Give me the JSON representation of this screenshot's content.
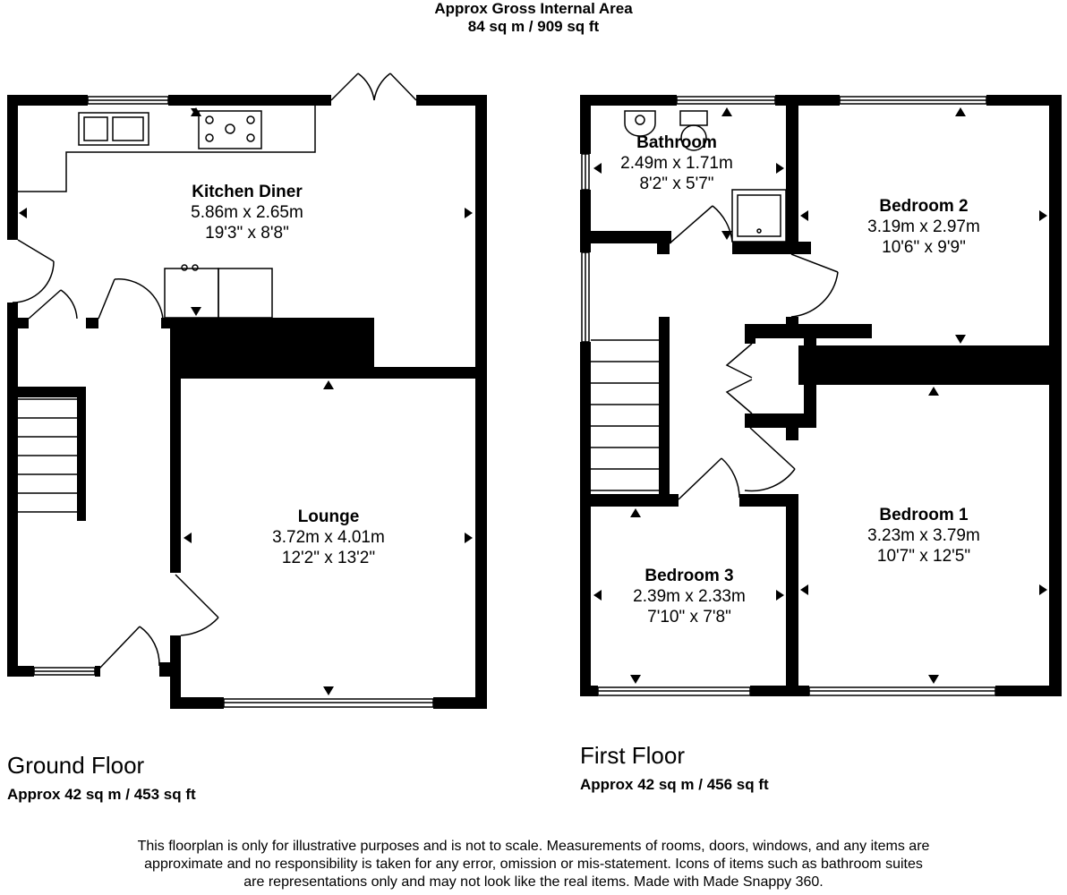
{
  "header": {
    "line1": "Approx Gross Internal Area",
    "line2": "84 sq m / 909 sq ft"
  },
  "ground_floor": {
    "name": "Ground Floor",
    "area": "Approx 42 sq m / 453 sq ft",
    "rooms": [
      {
        "name": "Kitchen Diner",
        "metric": "5.86m x 2.65m",
        "imperial": "19'3\" x 8'8\""
      },
      {
        "name": "Lounge",
        "metric": "3.72m x 4.01m",
        "imperial": "12'2\" x 13'2\""
      }
    ]
  },
  "first_floor": {
    "name": "First Floor",
    "area": "Approx 42 sq m / 456 sq ft",
    "rooms": [
      {
        "name": "Bathroom",
        "metric": "2.49m x 1.71m",
        "imperial": "8'2\" x 5'7\""
      },
      {
        "name": "Bedroom 2",
        "metric": "3.19m x 2.97m",
        "imperial": "10'6\" x 9'9\""
      },
      {
        "name": "Bedroom 3",
        "metric": "2.39m x 2.33m",
        "imperial": "7'10\" x 7'8\""
      },
      {
        "name": "Bedroom 1",
        "metric": "3.23m x 3.79m",
        "imperial": "10'7\" x 12'5\""
      }
    ]
  },
  "disclaimer": {
    "line1": "This floorplan is only for illustrative purposes and is not to scale. Measurements of rooms, doors, windows, and any items are",
    "line2": "approximate and no responsibility is taken for any error, omission or mis-statement. Icons of items such as bathroom suites",
    "line3": "are representations only and may not look like the real items. Made with Made Snappy 360."
  },
  "colors": {
    "wall": "#000000",
    "background": "#ffffff",
    "fixture": "#888888"
  }
}
